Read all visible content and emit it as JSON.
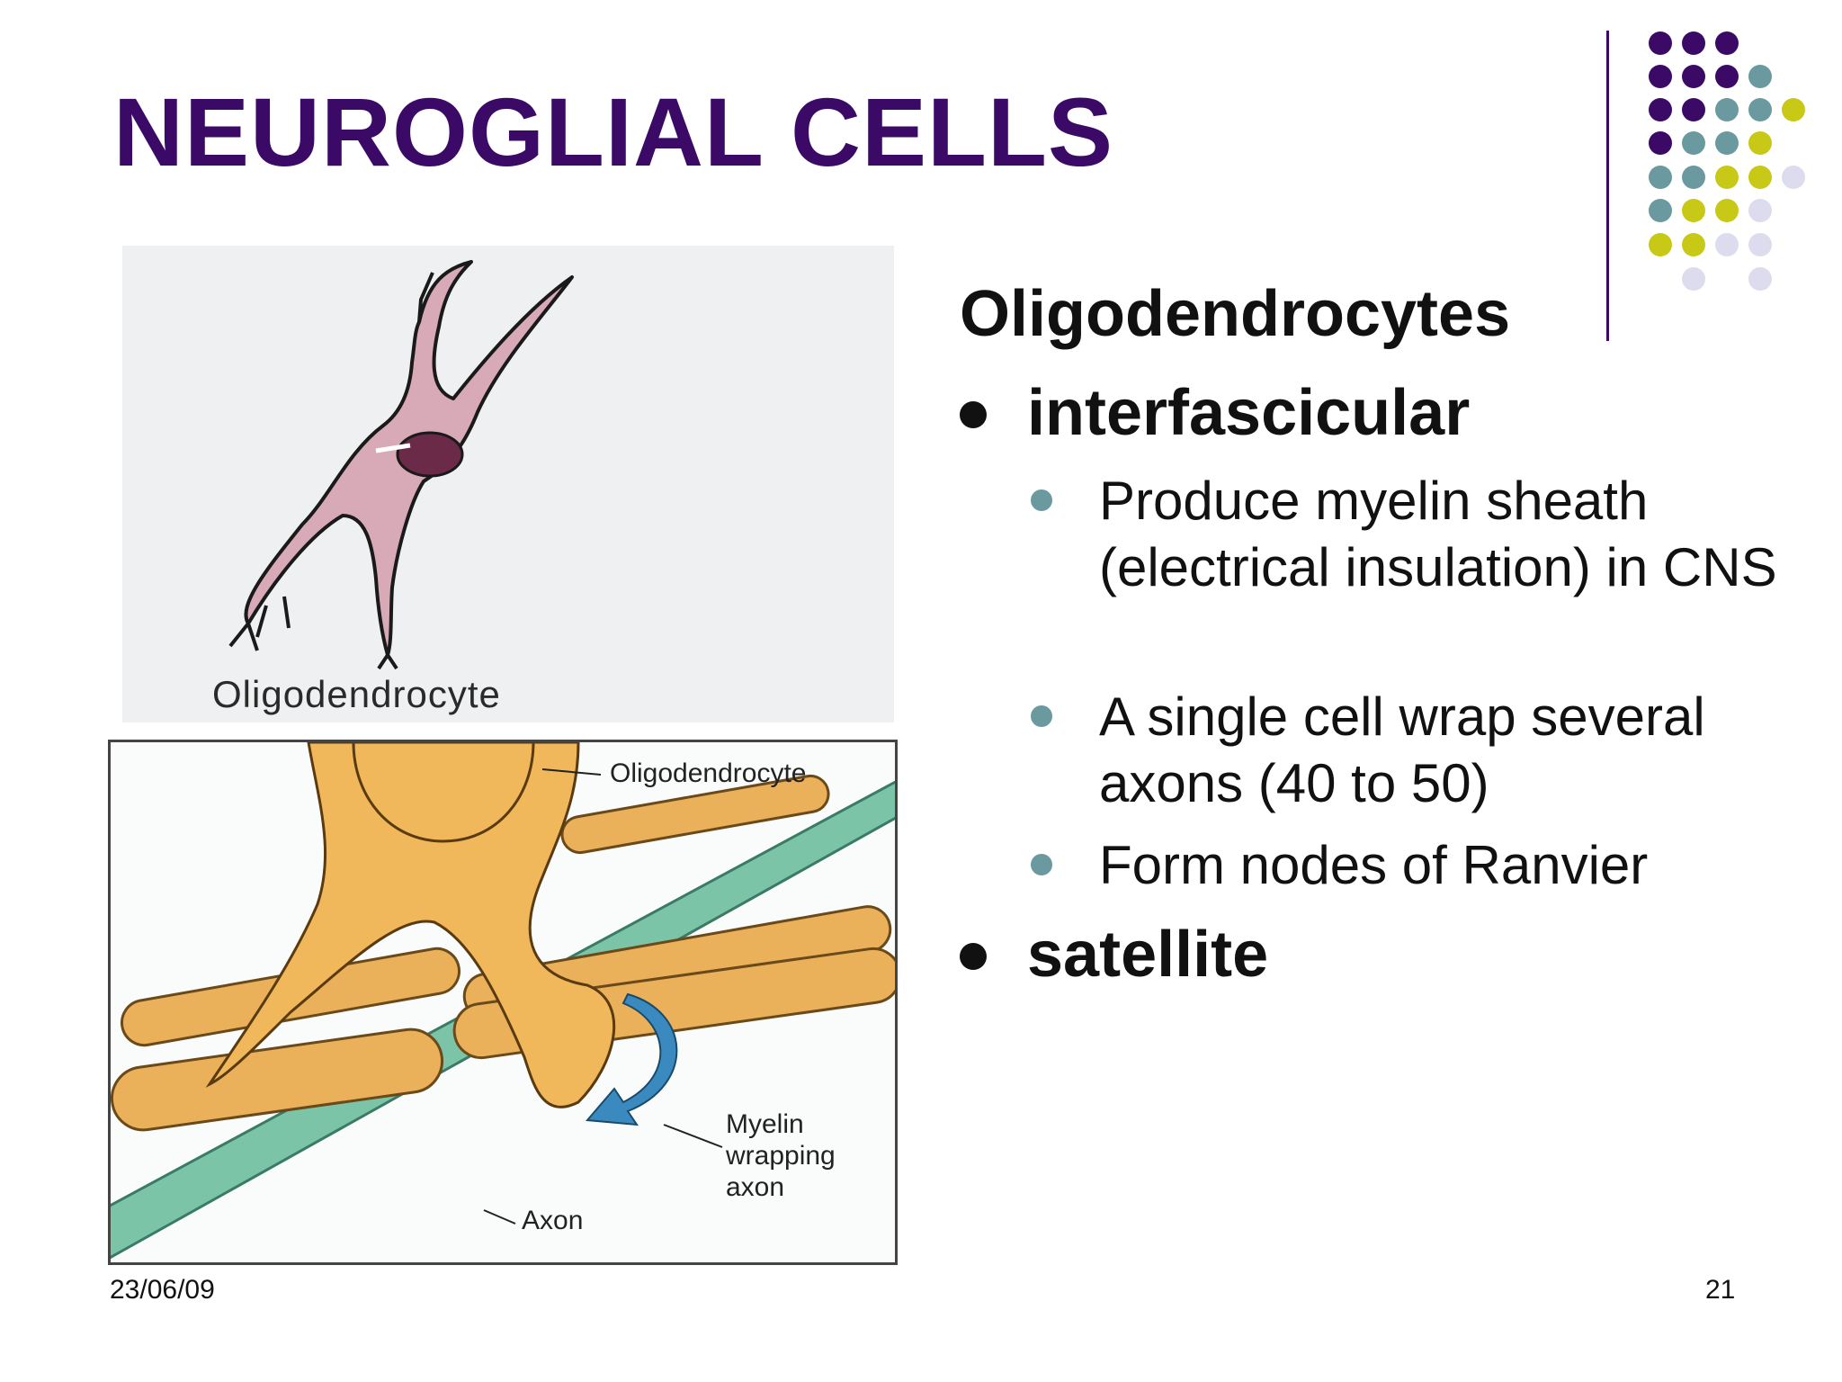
{
  "slide": {
    "title": "NEUROGLIAL CELLS",
    "heading": "Oligodendrocytes",
    "bullets": [
      {
        "label": "interfascicular",
        "sub": [
          "Produce myelin sheath (electrical insulation) in CNS",
          "A single cell wrap several axons (40 to 50)",
          "Form nodes of Ranvier"
        ]
      },
      {
        "label": "satellite"
      }
    ]
  },
  "figure_top": {
    "caption": "Oligodendrocyte"
  },
  "figure_bottom": {
    "labels": {
      "oligo": "Oligodendrocyte",
      "myelin_line1": "Myelin",
      "myelin_line2": "wrapping",
      "myelin_line3": "axon",
      "axon": "Axon"
    }
  },
  "footer": {
    "date": "23/06/09",
    "page": "21"
  },
  "colors": {
    "title": "#3a0a66",
    "dot_purple": "#3a0a66",
    "dot_teal": "#6a9aa0",
    "dot_yellow": "#c8c816",
    "dot_lavender": "#dcdcee",
    "sub_bullet": "#6a9aa0"
  }
}
